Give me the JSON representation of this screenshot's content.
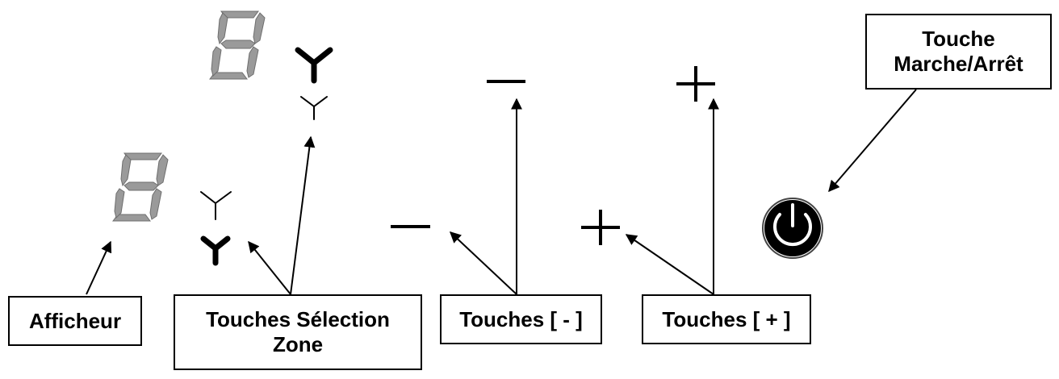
{
  "labels": {
    "afficheur": "Afficheur",
    "selection_zone": "Touches Sélection\nZone",
    "touches_minus": "Touches [ - ]",
    "touches_plus": "Touches [ + ]",
    "marche_arret": "Touche\nMarche/Arrêt"
  },
  "icons": {
    "digit_display": "seven-segment-digit-8-icon",
    "zone_select": "zone-select-y-icon",
    "minus": "minus-icon",
    "plus": "plus-icon",
    "power": "power-icon"
  },
  "colors": {
    "segment": "#9a9a9a",
    "line": "#000000",
    "background": "#ffffff"
  }
}
